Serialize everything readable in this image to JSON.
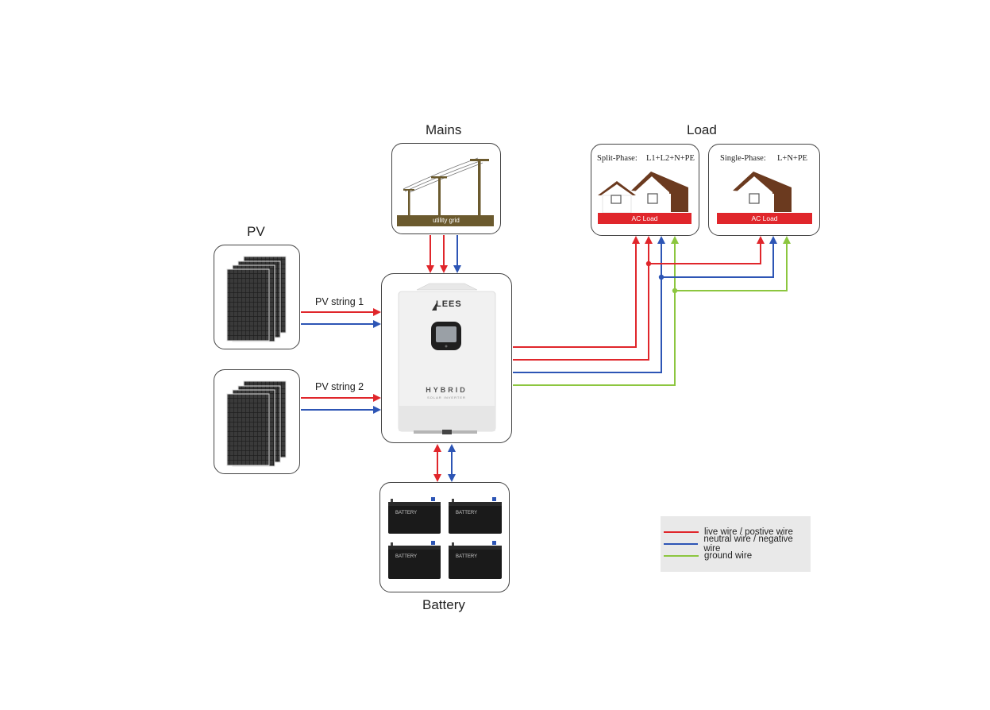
{
  "titles": {
    "mains": "Mains",
    "load": "Load",
    "pv": "PV",
    "battery": "Battery"
  },
  "mains": {
    "ground_label": "utility grid"
  },
  "pv": {
    "string1": "PV string 1",
    "string2": "PV string 2"
  },
  "inverter": {
    "brand": "LEES",
    "model": "HYBRID",
    "subtitle": "SOLAR INVERTER"
  },
  "loads": {
    "split": {
      "title": "Split-Phase:",
      "wiring": "L1+L2+N+PE",
      "bar_label": "AC Load"
    },
    "single": {
      "title": "Single-Phase:",
      "wiring": "L+N+PE",
      "bar_label": "AC Load"
    }
  },
  "battery": {
    "cell_label": "BATTERY"
  },
  "legend": [
    {
      "label": "live wire / postive wire",
      "color": "#e0262b"
    },
    {
      "label": "neutral wire / negative wire",
      "color": "#2d55b5"
    },
    {
      "label": "ground wire",
      "color": "#8cc63f"
    }
  ],
  "colors": {
    "live": "#e0262b",
    "neutral": "#2d55b5",
    "ground": "#8cc63f",
    "load_bar": "#e0262b",
    "pole": "#6b5a2e",
    "roof": "#6b3a1f"
  },
  "icons": [
    "utility-pole-icon",
    "solar-panel-icon",
    "house-icon",
    "battery-icon",
    "hybrid-inverter-icon"
  ]
}
